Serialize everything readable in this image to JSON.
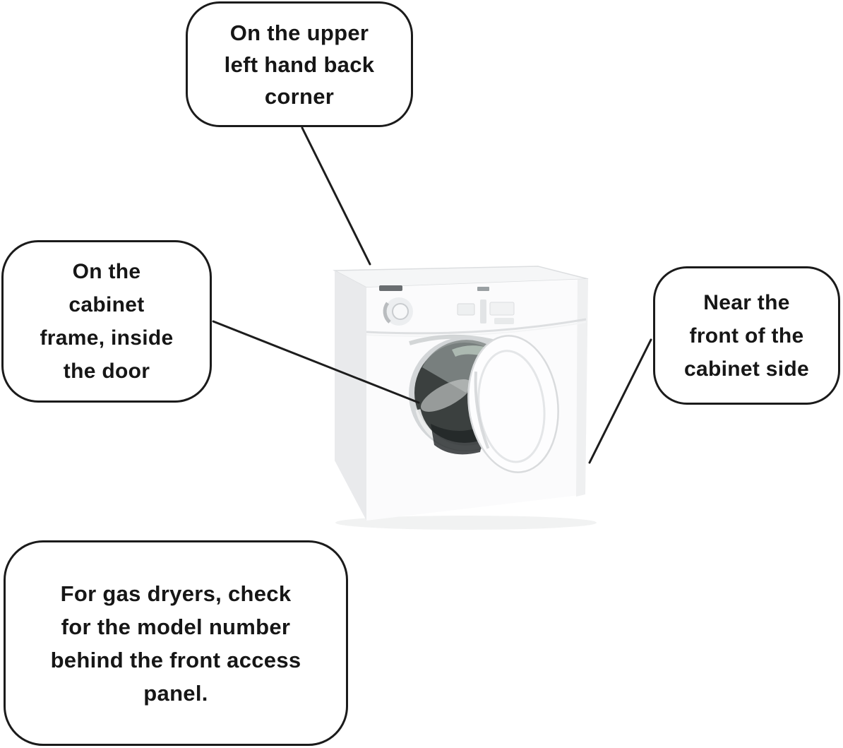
{
  "page": {
    "background_color": "#ffffff",
    "ink_color": "#1b1b1b",
    "subject": "Dryer model number location diagram"
  },
  "illustration": {
    "name": "front-load-dryer-open-door",
    "colors": {
      "cabinet_white": "#fbfbfc",
      "side_panel": "#e9eaec",
      "drum_dark": "#3b403f",
      "chrome_ring": "#d3d6d8"
    }
  },
  "callouts": {
    "top": {
      "lines": [
        "On the upper",
        "left hand back",
        "corner"
      ],
      "text": "On the upper left hand back corner"
    },
    "left": {
      "lines": [
        "On the",
        "cabinet",
        "frame, inside",
        "the door"
      ],
      "text": "On the cabinet frame, inside the door"
    },
    "right": {
      "lines": [
        "Near the",
        "front of the",
        "cabinet side"
      ],
      "text": "Near the front of the cabinet side"
    },
    "bottom": {
      "lines": [
        "For gas dryers, check",
        "for the model number",
        "behind the front access",
        "panel."
      ],
      "text": "For gas dryers, check for the model number behind the front access panel."
    }
  }
}
